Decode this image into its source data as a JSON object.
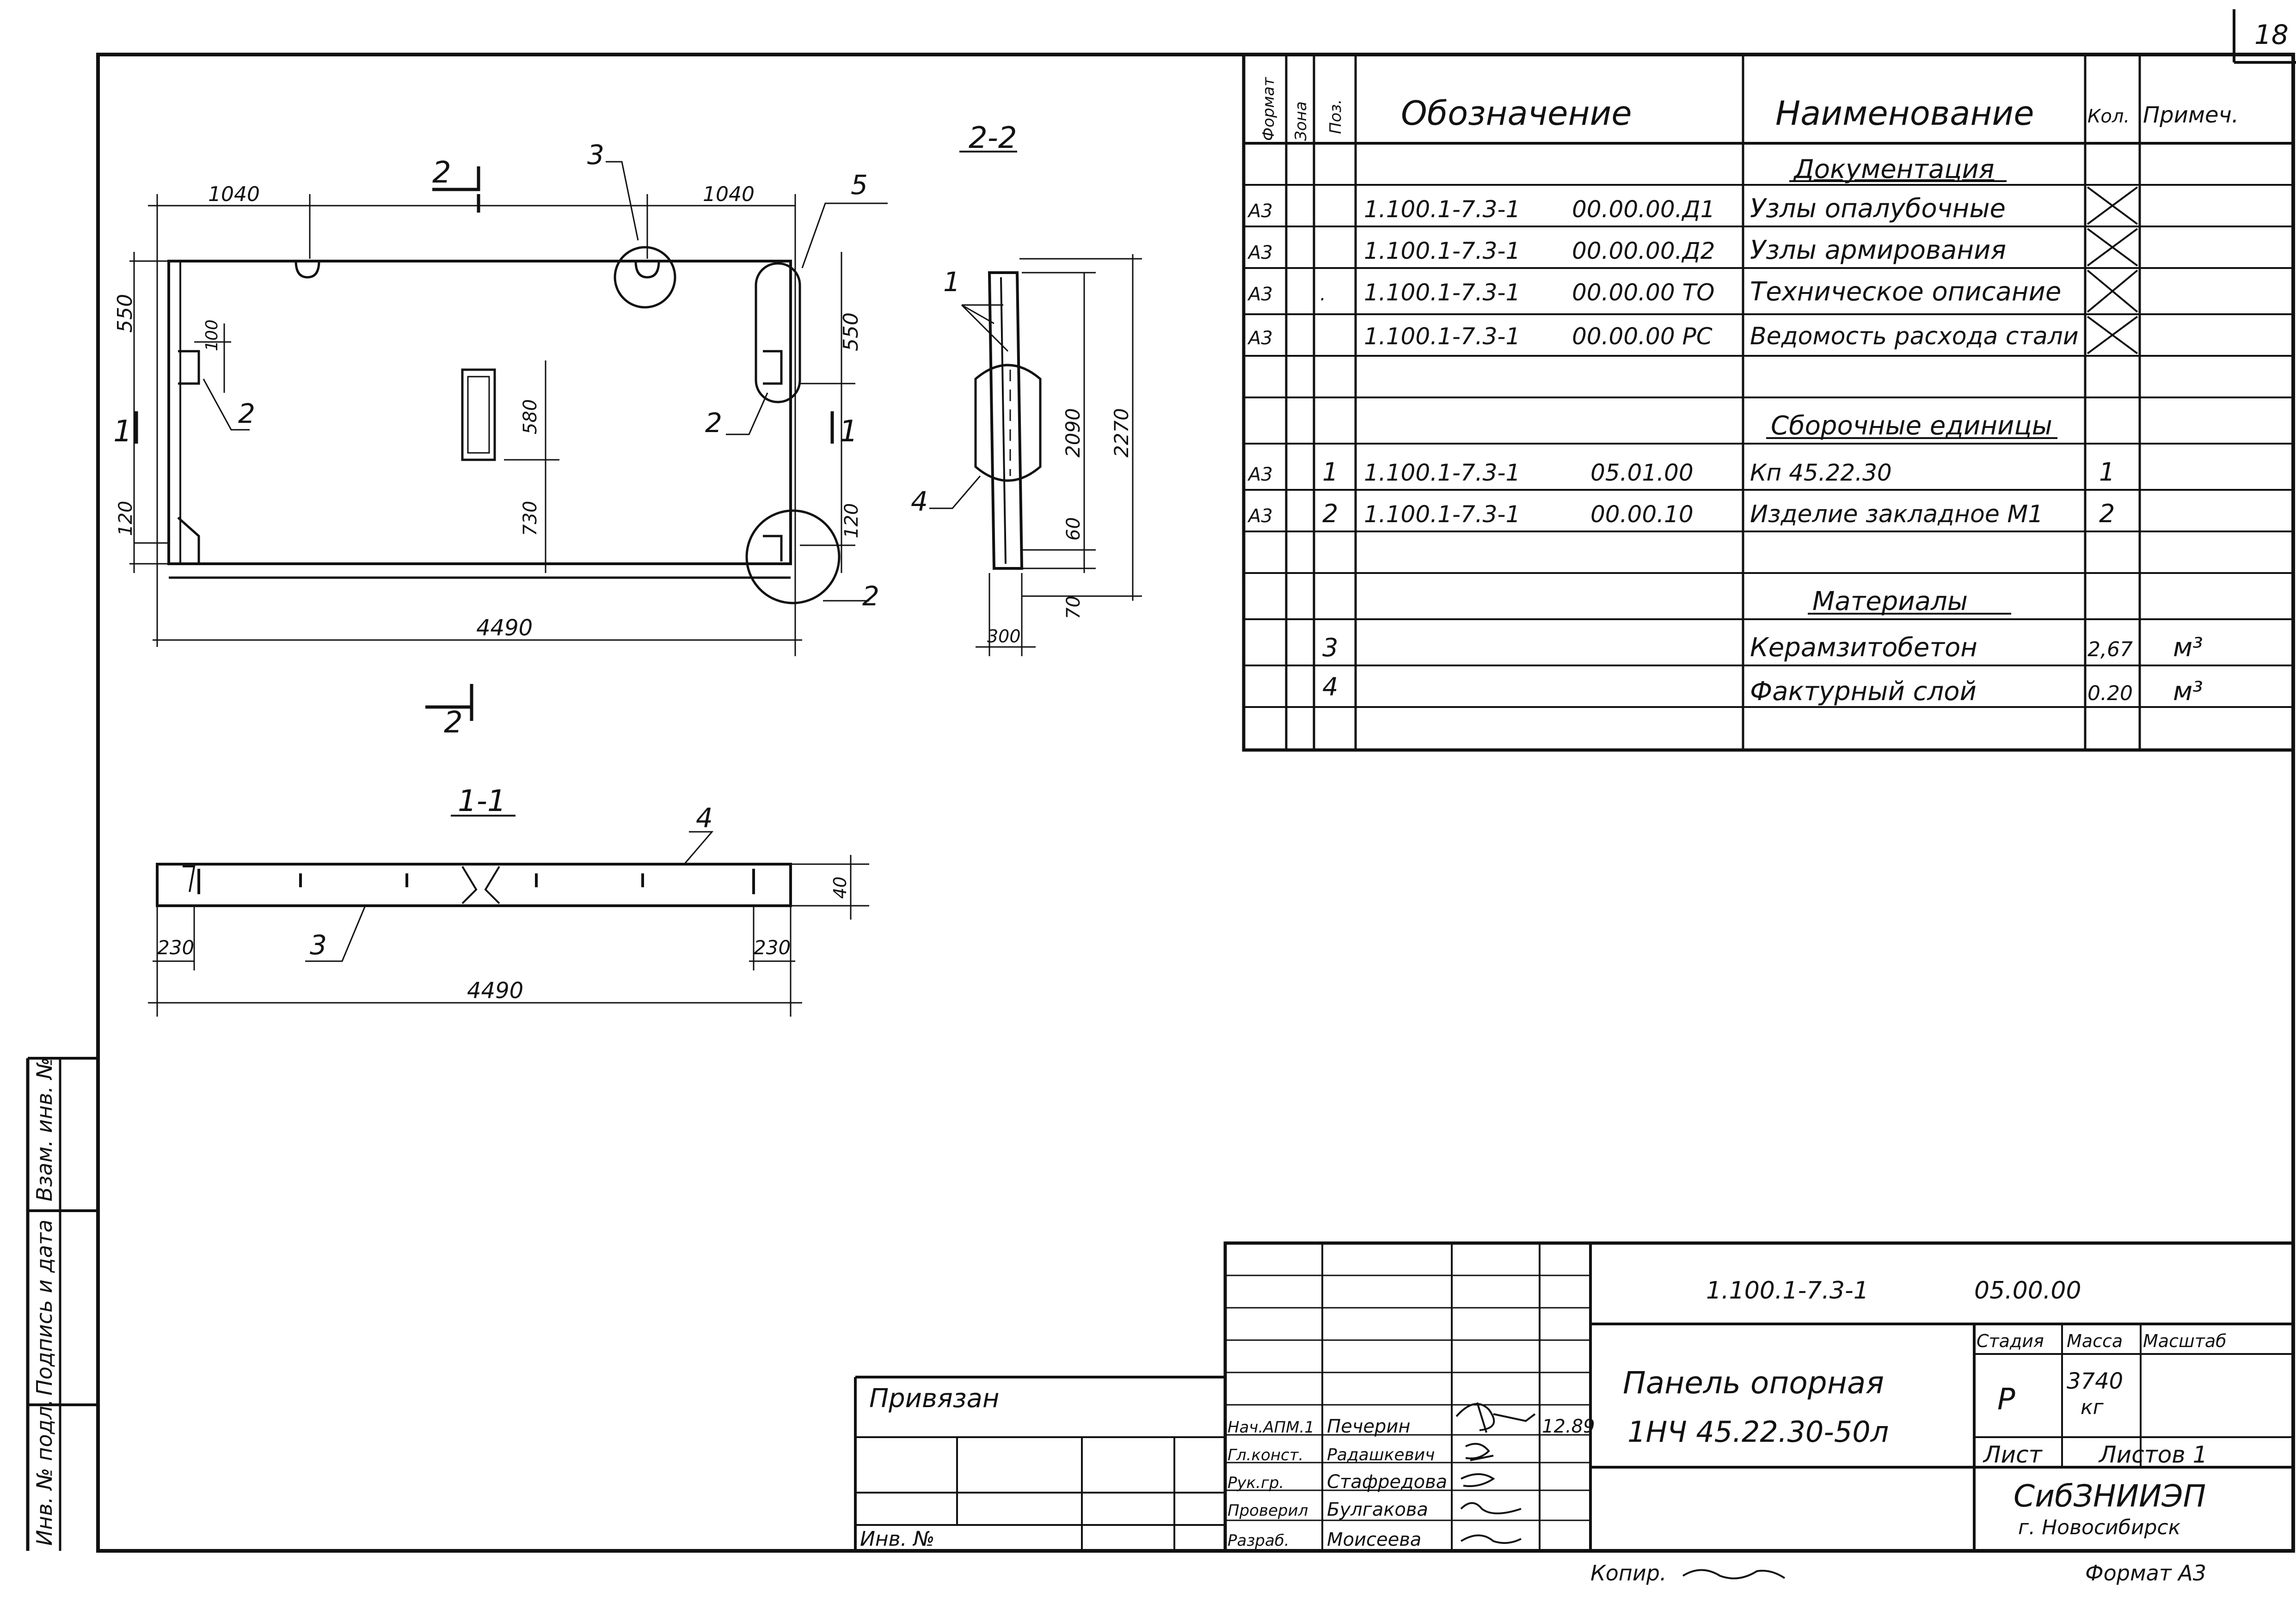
{
  "sheet_corner_number": "18",
  "spec_table": {
    "headers": {
      "format": "Формат",
      "zone": "Зона",
      "pos": "Поз.",
      "designation": "Обозначение",
      "name": "Наименование",
      "qty": "Кол.",
      "note": "Примеч."
    },
    "sections": {
      "documentation": "Документация",
      "assembly_units": "Сборочные единицы",
      "materials": "Материалы"
    },
    "rows": [
      {
        "format": "А3",
        "zone": "",
        "pos": "",
        "designation": "1.100.1-7.3-1",
        "code": "00.00.00.Д1",
        "name": "Узлы опалубочные",
        "qty": "",
        "note": ""
      },
      {
        "format": "А3",
        "zone": "",
        "pos": "",
        "designation": "1.100.1-7.3-1",
        "code": "00.00.00.Д2",
        "name": "Узлы армирования",
        "qty": "",
        "note": ""
      },
      {
        "format": "А3",
        "zone": ".",
        "pos": "",
        "designation": "1.100.1-7.3-1",
        "code": "00.00.00 ТО",
        "name": "Техническое описание",
        "qty": "",
        "note": ""
      },
      {
        "format": "А3",
        "zone": "",
        "pos": "",
        "designation": "1.100.1-7.3-1",
        "code": "00.00.00 РС",
        "name": "Ведомость расхода стали",
        "qty": "",
        "note": ""
      },
      {
        "format": "А3",
        "zone": "",
        "pos": "1",
        "designation": "1.100.1-7.3-1",
        "code": "05.01.00",
        "name": "Кп 45.22.30",
        "qty": "1",
        "note": ""
      },
      {
        "format": "А3",
        "zone": "",
        "pos": "2",
        "designation": "1.100.1-7.3-1",
        "code": "00.00.10",
        "name": "Изделие закладное М1",
        "qty": "2",
        "note": ""
      },
      {
        "format": "",
        "zone": "",
        "pos": "3",
        "designation": "",
        "code": "",
        "name": "Керамзитобетон",
        "qty": "2,67",
        "note": "м³"
      },
      {
        "format": "",
        "zone": "",
        "pos": "4",
        "designation": "",
        "code": "",
        "name": "Фактурный слой",
        "qty": "0.20",
        "note": "м³"
      }
    ]
  },
  "drawing": {
    "plan": {
      "dim_top_left": "1040",
      "dim_top_right": "1040",
      "dim_left_top": "550",
      "dim_left_small": "100",
      "dim_left_bottom": "120",
      "dim_right_top": "550",
      "dim_right_bottom": "120",
      "dim_center_upper": "580",
      "dim_center_lower": "730",
      "dim_length": "4490",
      "callout_2_left": "2",
      "callout_2_right": "2",
      "callout_2_bottom": "2",
      "callout_3": "3",
      "callout_5": "5",
      "section_mark_2_top": "2",
      "section_mark_2_bottom": "2",
      "section_mark_1_left": "1",
      "section_mark_1_right": "1"
    },
    "section_2_2": {
      "title": "2-2",
      "callout_1": "1",
      "callout_4": "4",
      "dim_2090": "2090",
      "dim_2270": "2270",
      "dim_60": "60",
      "dim_70": "70",
      "dim_300": "300"
    },
    "section_1_1": {
      "title": "1-1",
      "callout_4": "4",
      "callout_3": "3",
      "dim_40": "40",
      "dim_230_left": "230",
      "dim_230_right": "230",
      "dim_length": "4490"
    }
  },
  "left_strip": {
    "inv_orig": "Инв. № подл.",
    "sign_date": "Подпись и дата",
    "vzam_inv": "Взам. инв. №"
  },
  "privyazan_block": {
    "label": "Привязан",
    "inv_label": "Инв. №"
  },
  "title_block": {
    "doc_number": "1.100.1-7.3-1",
    "doc_code": "05.00.00",
    "product_line1": "Панель опорная",
    "product_line2": "1НЧ 45.22.30-50л",
    "stage_header": "Стадия",
    "mass_header": "Масса",
    "scale_header": "Масштаб",
    "stage_value": "Р",
    "mass_value": "3740",
    "mass_unit": "кг",
    "sheet_label": "Лист",
    "sheets_label": "Листов 1",
    "org_name": "СибЗНИИЭП",
    "org_city": "г. Новосибирск",
    "date": "12.89",
    "staff": [
      {
        "role": "Нач.АПМ.1",
        "name": "Печерин"
      },
      {
        "role": "Гл.конст.",
        "name": "Радашкевич"
      },
      {
        "role": "Рук.гр.",
        "name": "Стафредова"
      },
      {
        "role": "Проверил",
        "name": "Булгакова"
      },
      {
        "role": "Разраб.",
        "name": "Моисеева"
      }
    ]
  },
  "footer": {
    "copied": "Копир.",
    "format": "Формат А3"
  }
}
